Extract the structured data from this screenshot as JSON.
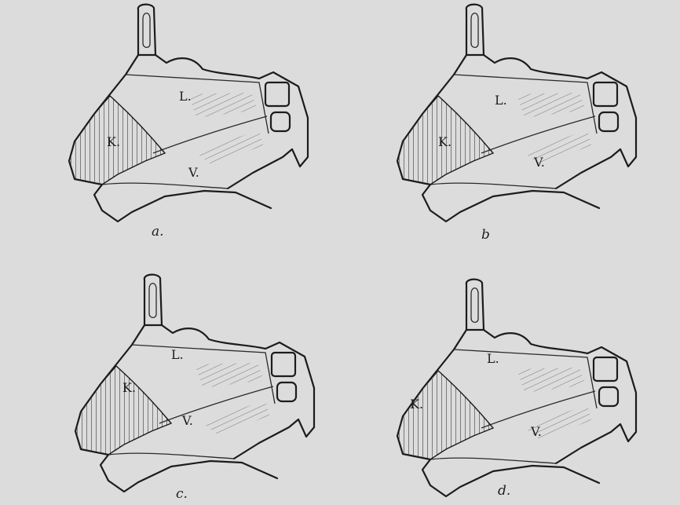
{
  "figures": [
    {
      "id": "a",
      "caption": "a.",
      "region_labels": {
        "cartilage": "K.",
        "lateral": "L.",
        "vertical": "V."
      }
    },
    {
      "id": "b",
      "caption": "b",
      "region_labels": {
        "cartilage": "K.",
        "lateral": "L.",
        "vertical": "V."
      }
    },
    {
      "id": "c",
      "caption": "c.",
      "region_labels": {
        "cartilage": "K.",
        "lateral": "L.",
        "vertical": "V."
      }
    },
    {
      "id": "d",
      "caption": "d.",
      "region_labels": {
        "cartilage": "K.",
        "lateral": "L.",
        "vertical": "V."
      }
    }
  ],
  "colors": {
    "background": "#dcdcdc",
    "ink": "#1c1c1c"
  }
}
